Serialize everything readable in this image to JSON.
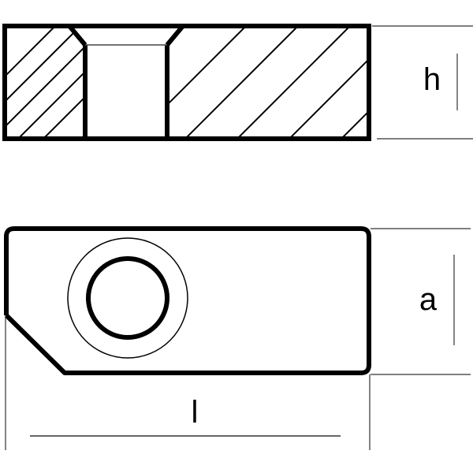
{
  "diagram": {
    "type": "technical-drawing",
    "views": [
      {
        "id": "section-view",
        "description": "Cross-section with hatching and counterbored through-hole",
        "dimension_label": "h"
      },
      {
        "id": "plan-view",
        "description": "Top view: rounded rectangle with chamfered bottom-left corner and concentric hole circles",
        "dimension_labels": [
          "a",
          "l"
        ]
      }
    ],
    "labels": {
      "height": "h",
      "width": "a",
      "length": "l"
    },
    "colors": {
      "stroke": "#000000",
      "dimension_line": "#333333",
      "background": "#ffffff"
    }
  }
}
